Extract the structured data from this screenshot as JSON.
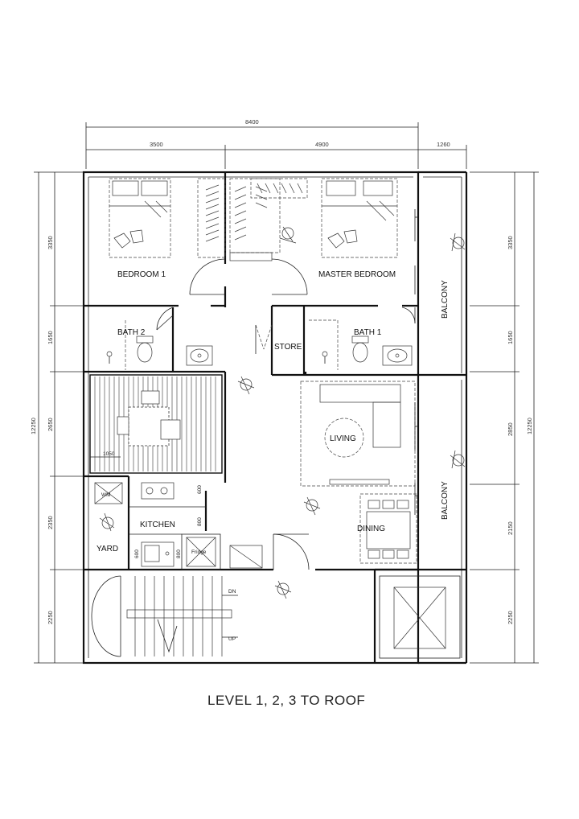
{
  "plan": {
    "title": "LEVEL 1, 2, 3 TO ROOF",
    "dimensions": {
      "top_total": "8400",
      "top_left": "3500",
      "top_mid": "4900",
      "top_right": "1260",
      "left_total": "12250",
      "right_total": "12250",
      "left": [
        "3350",
        "1650",
        "2650",
        "2350",
        "2250"
      ],
      "right": [
        "3350",
        "1650",
        "2850",
        "2150",
        "2250"
      ],
      "interior": {
        "d1050": "1050",
        "d600a": "600",
        "d800a": "800",
        "d600b": "600",
        "d800b": "800"
      }
    },
    "rooms": {
      "bedroom1": "BEDROOM 1",
      "master": "MASTER BEDROOM",
      "bath2": "BATH 2",
      "bath1": "BATH 1",
      "store": "STORE",
      "living": "LIVING",
      "kitchen": "KITCHEN",
      "yard": "YARD",
      "dining": "DINING",
      "balcony_top": "BALCONY",
      "balcony_bottom": "BALCONY"
    },
    "labels": {
      "dn": "DN",
      "up": "UP",
      "wm": "WM",
      "fridge": "Fridge"
    }
  }
}
